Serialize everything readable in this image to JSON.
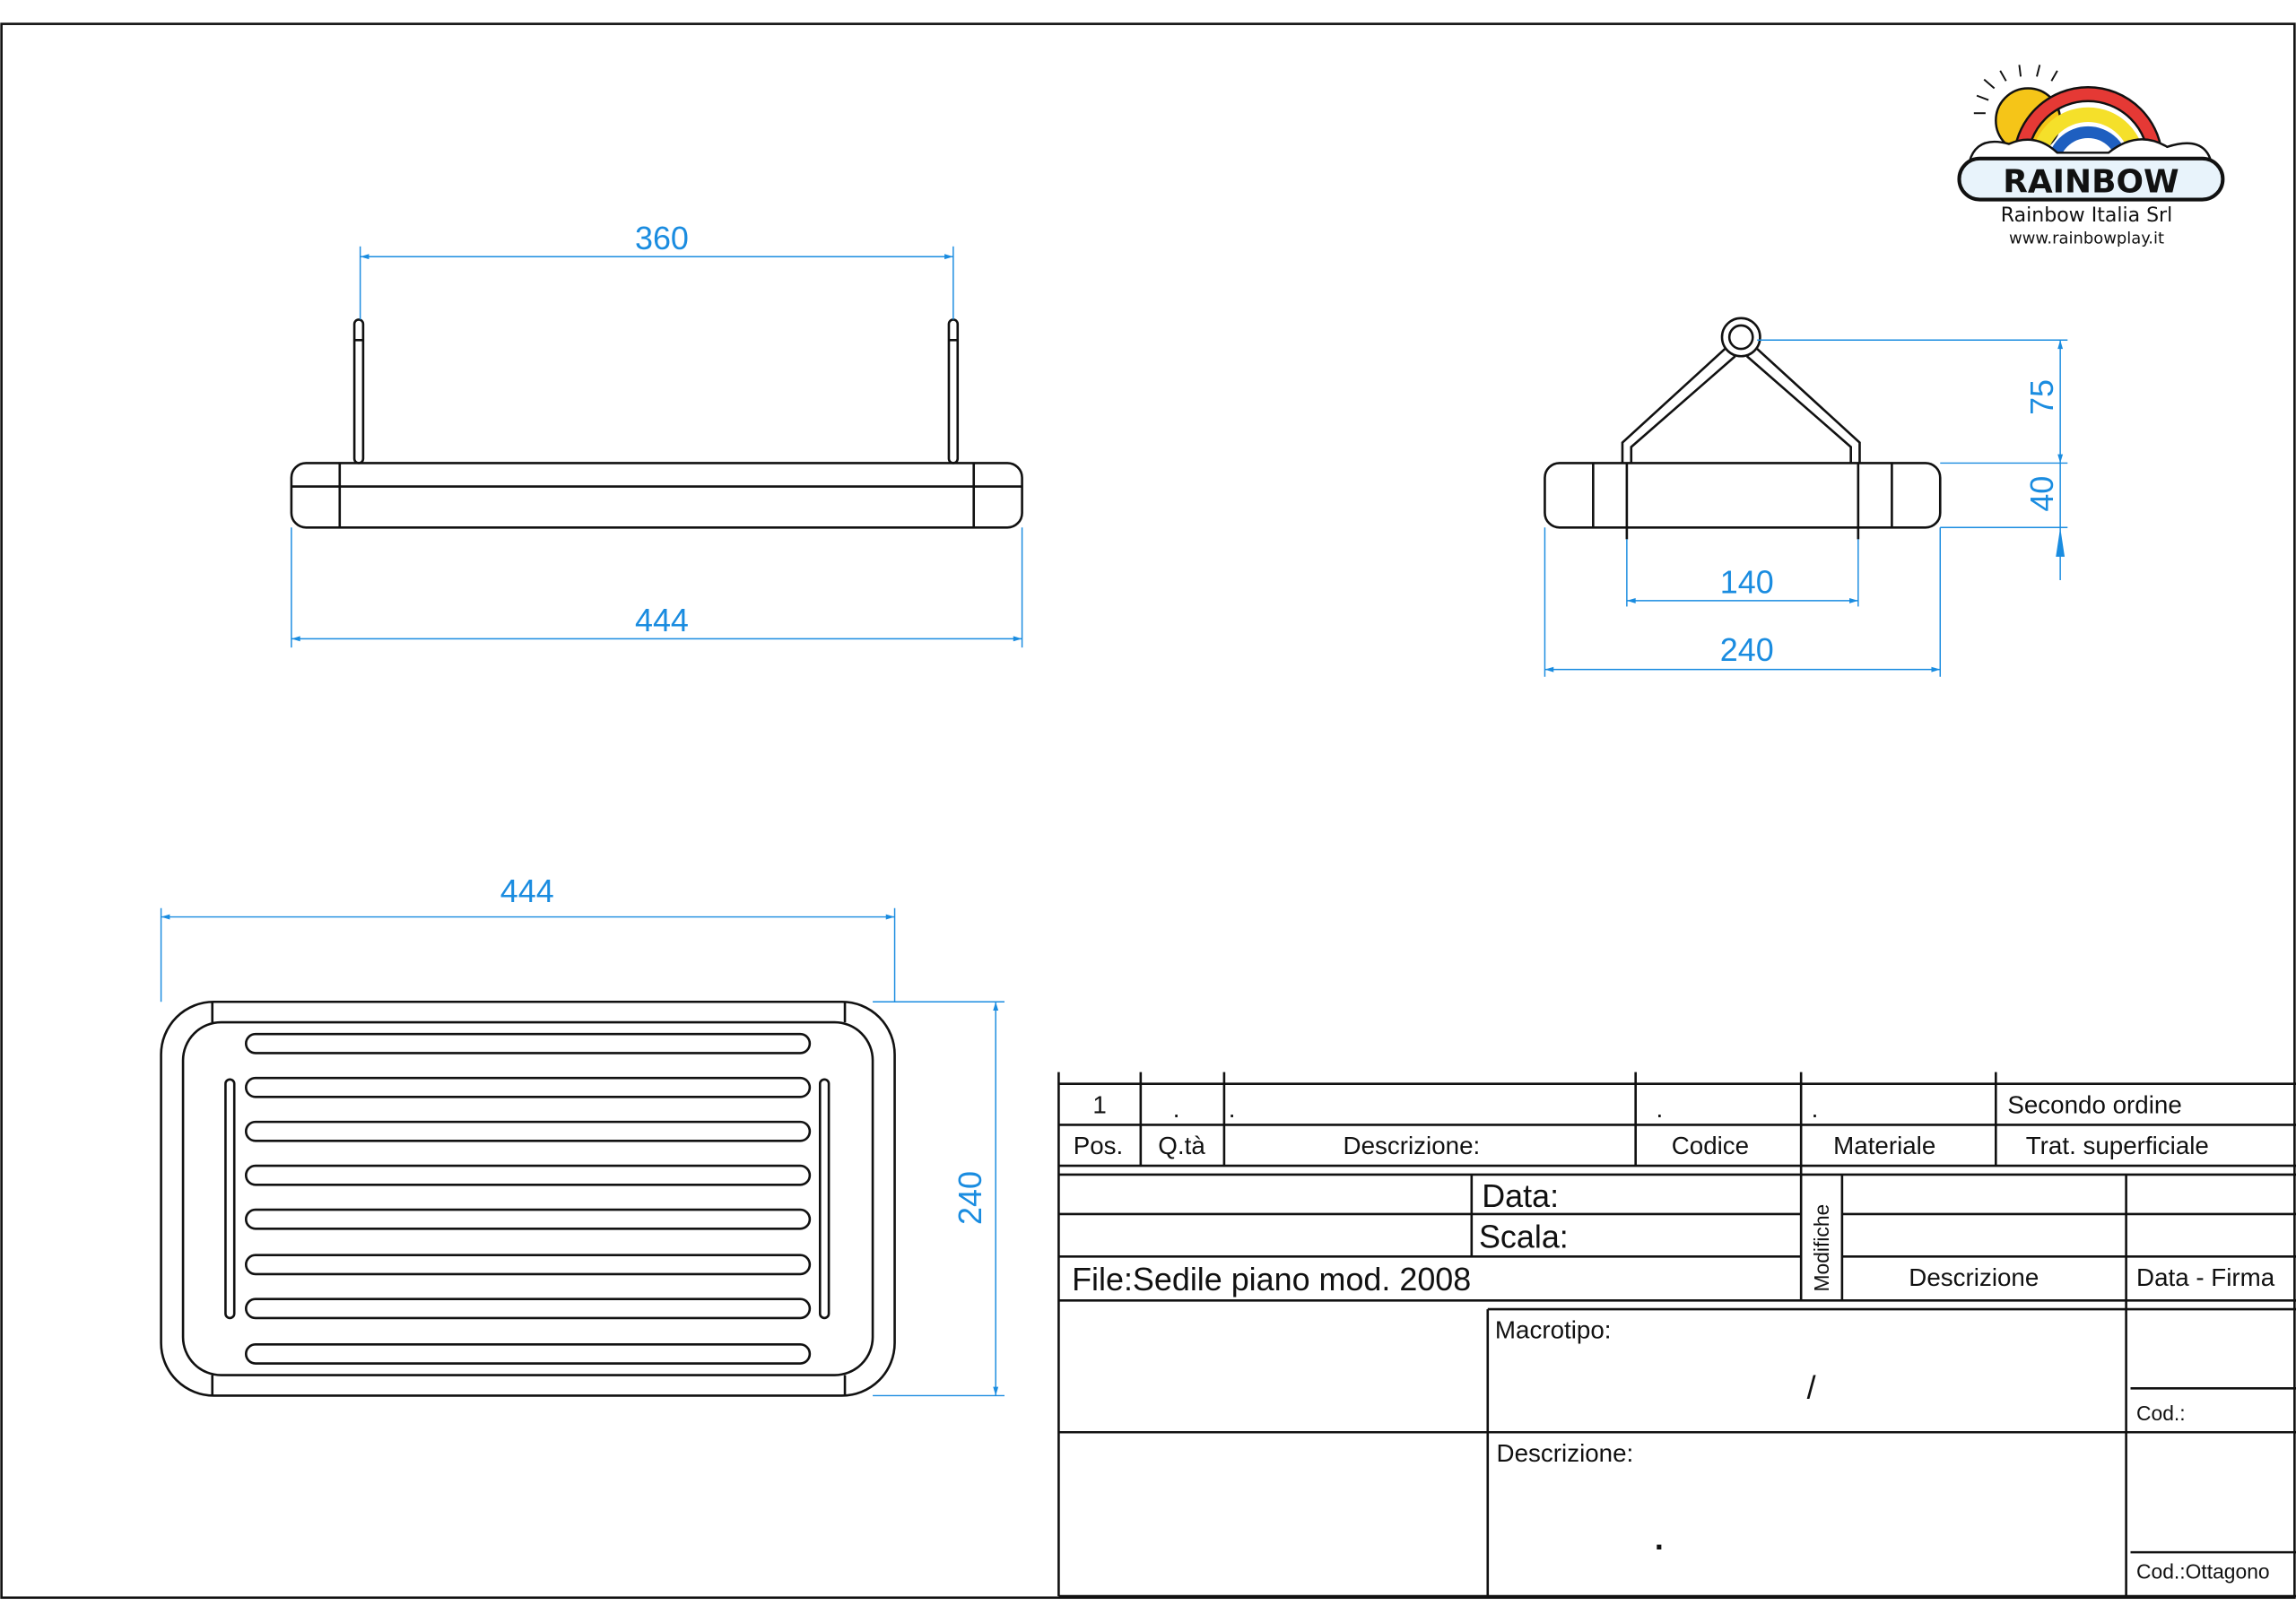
{
  "logo": {
    "brand": "RAINBOW",
    "company": "Rainbow Italia Srl",
    "website": "www.rainbowplay.it"
  },
  "dimensions": {
    "front_rod_spacing": "360",
    "front_width": "444",
    "side_hanger_height": "75",
    "side_seat_height": "40",
    "side_hanger_base": "140",
    "side_depth": "240",
    "top_width": "444",
    "top_depth": "240"
  },
  "title_block": {
    "row1": {
      "pos": "1",
      "qty": ".",
      "descrizione": ".",
      "codice": ".",
      "materiale": ".",
      "trattamento": "Secondo ordine"
    },
    "headers": {
      "pos": "Pos.",
      "qty": "Q.tà",
      "descrizione": "Descrizione:",
      "codice": "Codice",
      "materiale": "Materiale",
      "trattamento": "Trat. superficiale"
    },
    "data_label": "Data:",
    "scala_label": "Scala:",
    "file": "File:Sedile piano mod. 2008",
    "modifiche": "Modifiche",
    "mod_descrizione": "Descrizione",
    "mod_data_firma": "Data - Firma",
    "macrotipo_label": "Macrotipo:",
    "macrotipo_value": "/",
    "cod_label": "Cod.:",
    "descrizione_label": "Descrizione:",
    "descrizione_value": ".",
    "cod_ottagono": "Cod.:Ottagono"
  }
}
